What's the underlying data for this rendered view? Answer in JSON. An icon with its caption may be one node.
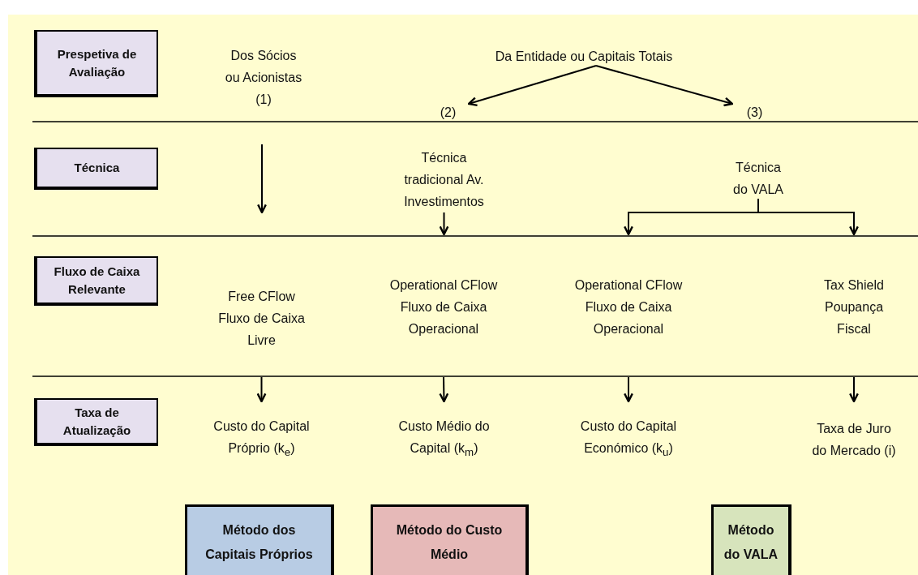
{
  "diagram": {
    "nodes": [
      {
        "text": [
          "Prespetiva de Avaliação"
        ]
      },
      {
        "text": [
          "Técnica"
        ]
      },
      {
        "text": [
          "Fluxo de Caixa Relevante"
        ]
      },
      {
        "text": [
          "Taxa de Atualização"
        ]
      },
      {
        "text": [
          "Dos Sócios ou Acionistas (1)"
        ]
      },
      {
        "text": [
          "Da Entidade ou Capitais Totais"
        ]
      },
      {
        "text": [
          "(2)"
        ]
      },
      {
        "text": [
          "(3)"
        ]
      },
      {
        "text": [
          "Técnica tradicional Av. Investimentos"
        ]
      },
      {
        "text": [
          "Técnica do VALA"
        ]
      },
      {
        "text": [
          "Free CFlow Fluxo de Caixa Livre"
        ]
      },
      {
        "text": [
          "Operational CFlow Fluxo de Caixa Operacional"
        ]
      },
      {
        "text": [
          "Operational CFlow Fluxo de Caixa Operacional"
        ]
      },
      {
        "text": [
          "Tax Shield Poupança Fiscal"
        ]
      },
      {
        "text": [
          "Custo do Capital Próprio (k$_{e}$)"
        ]
      },
      {
        "text": [
          "Custo Médio do Capital (k$_{m}$)"
        ]
      },
      {
        "text": [
          "Custo do Capital Económico (k$_{u}$)"
        ]
      },
      {
        "text": [
          "Taxa de Juro do Mercado (i)"
        ]
      },
      {
        "text": [
          "Método dos Capitais Próprios"
        ]
      },
      {
        "text": [
          "Método do Custo Médio"
        ]
      },
      {
        "text": [
          "Método do VALA"
        ]
      }
    ],
    "edges": [
      {
        "from": 5,
        "to": 6,
        "arrow": "to"
      },
      {
        "from": 5,
        "to": 7,
        "arrow": "to"
      },
      {
        "from": 8,
        "to": null,
        "arrow": "to"
      },
      {
        "from": 9,
        "to": 12,
        "arrow": "to"
      },
      {
        "from": 9,
        "to": 13,
        "arrow": "to"
      },
      {
        "from": 10,
        "to": 14,
        "arrow": "to"
      },
      {
        "from": 11,
        "to": 15,
        "arrow": "to"
      },
      {
        "from": 12,
        "to": 16,
        "arrow": "to"
      },
      {
        "from": 13,
        "to": 17,
        "arrow": "to"
      }
    ]
  }
}
